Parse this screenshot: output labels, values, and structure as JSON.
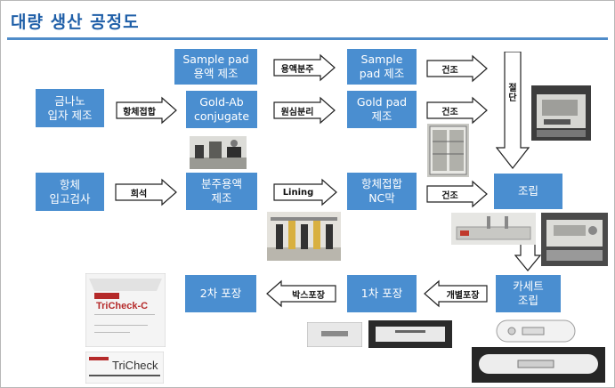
{
  "title": "대량 생산 공정도",
  "boxes": {
    "sample_pad_solution": "Sample pad\n용액 제조",
    "sample_pad": "Sample\npad 제조",
    "gold_nano": "금나노\n입자 제조",
    "gold_ab": "Gold-Ab\nconjugate",
    "gold_pad": "Gold pad\n제조",
    "antibody_intake": "항체\n입고검사",
    "dispense_solution": "분주용액\n제조",
    "antibody_nc": "항체접합\nNC막",
    "assembly": "조립",
    "cassette_assembly": "카세트\n조립",
    "primary_packaging": "1차 포장",
    "secondary_packaging": "2차 포장"
  },
  "arrows": {
    "antibody_conjugation": "항체접합",
    "solution_dispensing": "용액분주",
    "centrifugation": "원심분리",
    "drying_1": "건조",
    "drying_2": "건조",
    "drying_3": "건조",
    "dilution": "희석",
    "lining": "Lining",
    "individual_packaging": "개별포장",
    "box_packaging": "박스포장",
    "cutting_1": "절단",
    "cutting_2": "절단"
  },
  "product": {
    "brand_c": "TriCheck-C",
    "brand": "TriCheck"
  },
  "colors": {
    "box": "#4a8ed0",
    "title": "#1f5fa8",
    "rule": "#4f8cc9"
  }
}
